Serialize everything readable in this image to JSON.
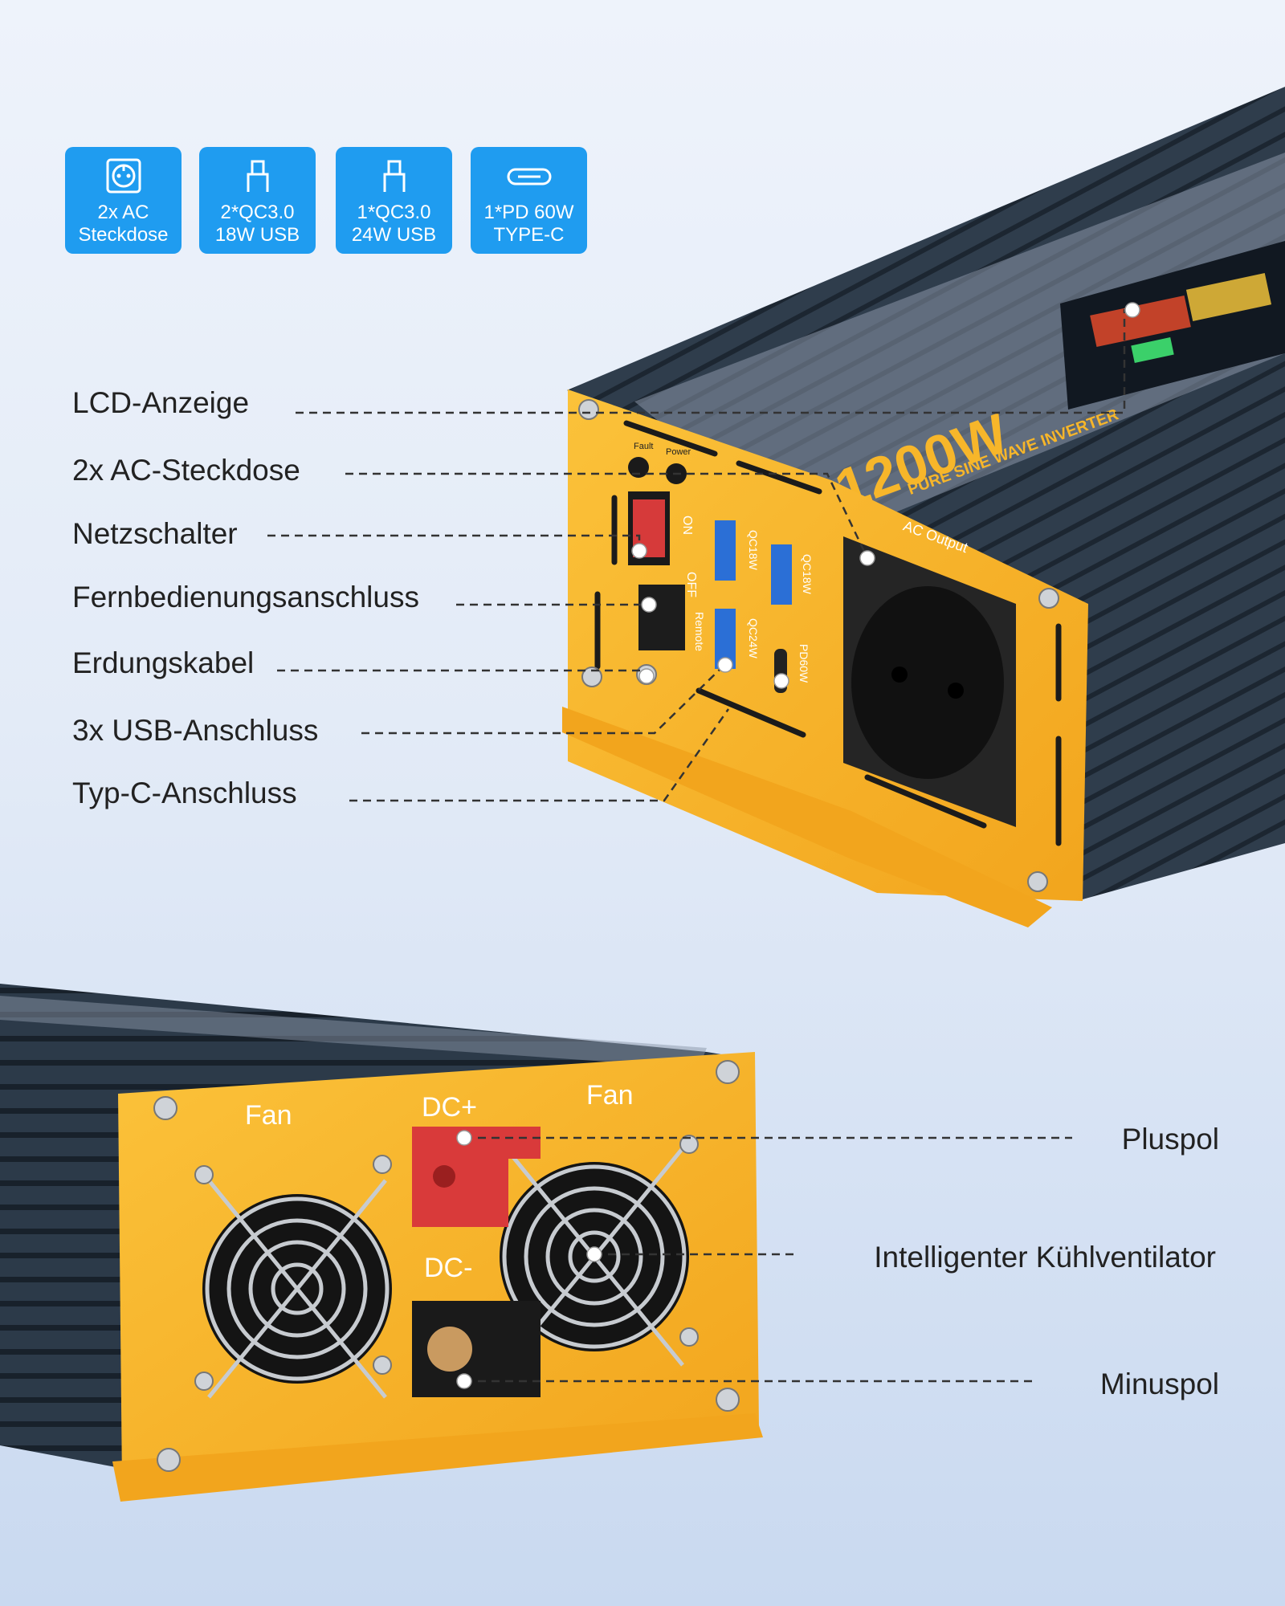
{
  "badges": [
    {
      "icon": "ac-socket-icon",
      "line1": "2x AC",
      "line2": "Steckdose"
    },
    {
      "icon": "usb-a-icon",
      "line1": "2*QC3.0",
      "line2": "18W USB"
    },
    {
      "icon": "usb-a-icon",
      "line1": "1*QC3.0",
      "line2": "24W USB"
    },
    {
      "icon": "usb-c-icon",
      "line1": "1*PD 60W",
      "line2": "TYPE-C"
    }
  ],
  "front_labels": [
    "LCD-Anzeige",
    "2x AC-Steckdose",
    "Netzschalter",
    "Fernbedienungsanschluss",
    "Erdungskabel",
    "3x USB-Anschluss",
    "Typ-C-Anschluss"
  ],
  "rear_labels": [
    "Pluspol",
    "Intelligenter Kühlventilator",
    "Minuspol"
  ],
  "device_front": {
    "power_rating": "1200W",
    "subtitle": "PURE SINE WAVE INVERTER",
    "fault": "Fault",
    "power": "Power",
    "on": "ON",
    "off": "OFF",
    "remote": "Remote",
    "qc18_a": "QC18W",
    "qc18_b": "QC18W",
    "qc24": "QC24W",
    "pd60": "PD60W",
    "ac_output": "AC Output"
  },
  "device_rear": {
    "fan_left": "Fan",
    "fan_right": "Fan",
    "dc_plus": "DC+",
    "dc_minus": "DC-"
  },
  "colors": {
    "badge": "#1f9cf0",
    "panel": "#f7b62a",
    "body": "#2f3d4c",
    "red_terminal": "#d93a3a"
  }
}
